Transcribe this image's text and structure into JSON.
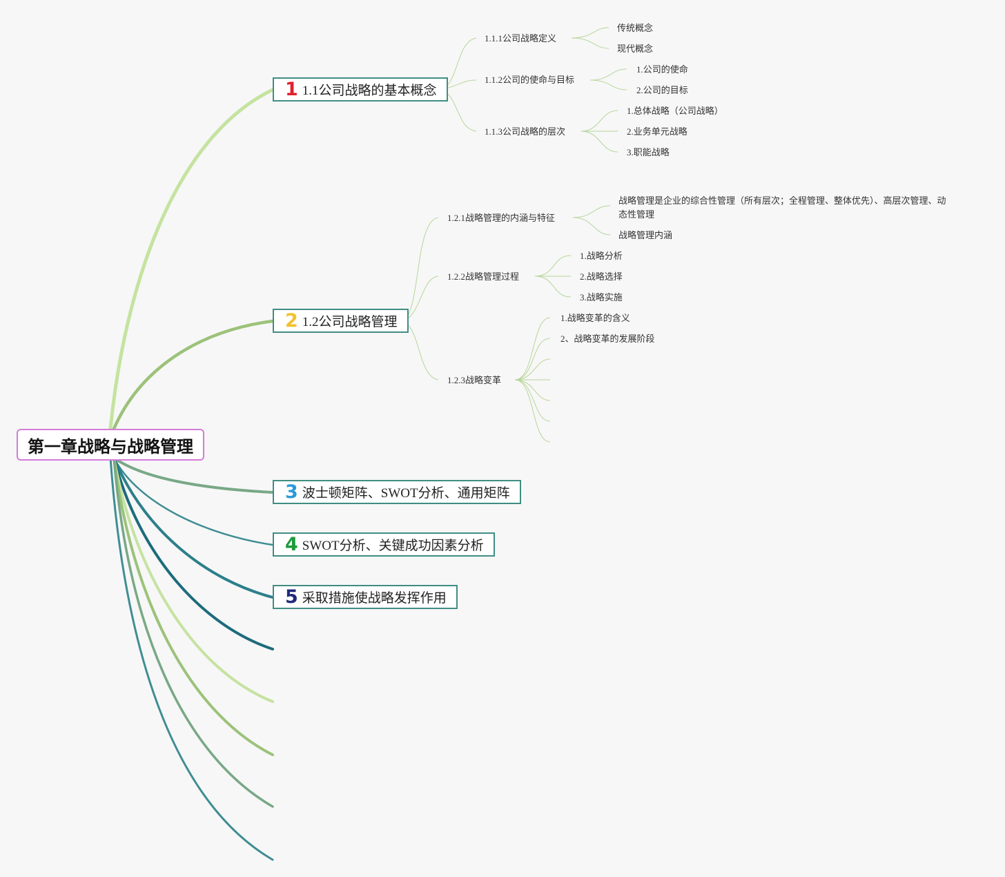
{
  "root": {
    "label": "第一章战略与战略管理"
  },
  "branches": [
    {
      "number": "1",
      "number_color": "#e0202e",
      "label": "1.1公司战略的基本概念"
    },
    {
      "number": "2",
      "number_color": "#f2c12e",
      "label": "1.2公司战略管理"
    },
    {
      "number": "3",
      "number_color": "#2a9ad9",
      "label": "波士顿矩阵、SWOT分析、通用矩阵"
    },
    {
      "number": "4",
      "number_color": "#1c9a3a",
      "label": "SWOT分析、关键成功因素分析"
    },
    {
      "number": "5",
      "number_color": "#1f2a7a",
      "label": "采取措施使战略发挥作用"
    }
  ],
  "b1": {
    "c1": {
      "label": "1.1.1公司战略定义",
      "children": [
        "传统概念",
        "现代概念"
      ]
    },
    "c2": {
      "label": "1.1.2公司的使命与目标",
      "children": [
        "1.公司的使命",
        "2.公司的目标"
      ]
    },
    "c3": {
      "label": "1.1.3公司战略的层次",
      "children": [
        "1.总体战略（公司战略）",
        "2.业务单元战略",
        "3.职能战略"
      ]
    }
  },
  "b2": {
    "c1": {
      "label": "1.2.1战略管理的内涵与特征",
      "children": [
        "战略管理是企业的综合性管理（所有层次；全程管理、整体优先）、高层次管理、动态性管理",
        "战略管理内涵"
      ]
    },
    "c2": {
      "label": "1.2.2战略管理过程",
      "children": [
        "1.战略分析",
        "2.战略选择",
        "3.战略实施"
      ]
    },
    "c3": {
      "label": "1.2.3战略变革",
      "children": [
        "1.战略变革的含义",
        "2、战略变革的发展阶段"
      ]
    }
  },
  "colors": {
    "root_border": "#d47bd8",
    "branch_border": "#3f8d83",
    "branch_lines": [
      "#c5e3a0",
      "#9cc27a",
      "#79a886",
      "#3f8d93",
      "#2c7f8a",
      "#1e6b7c",
      "#c5e3a0",
      "#9cc27a",
      "#79a886",
      "#3f8d93"
    ],
    "leaf_lines": "#b6d69a"
  }
}
